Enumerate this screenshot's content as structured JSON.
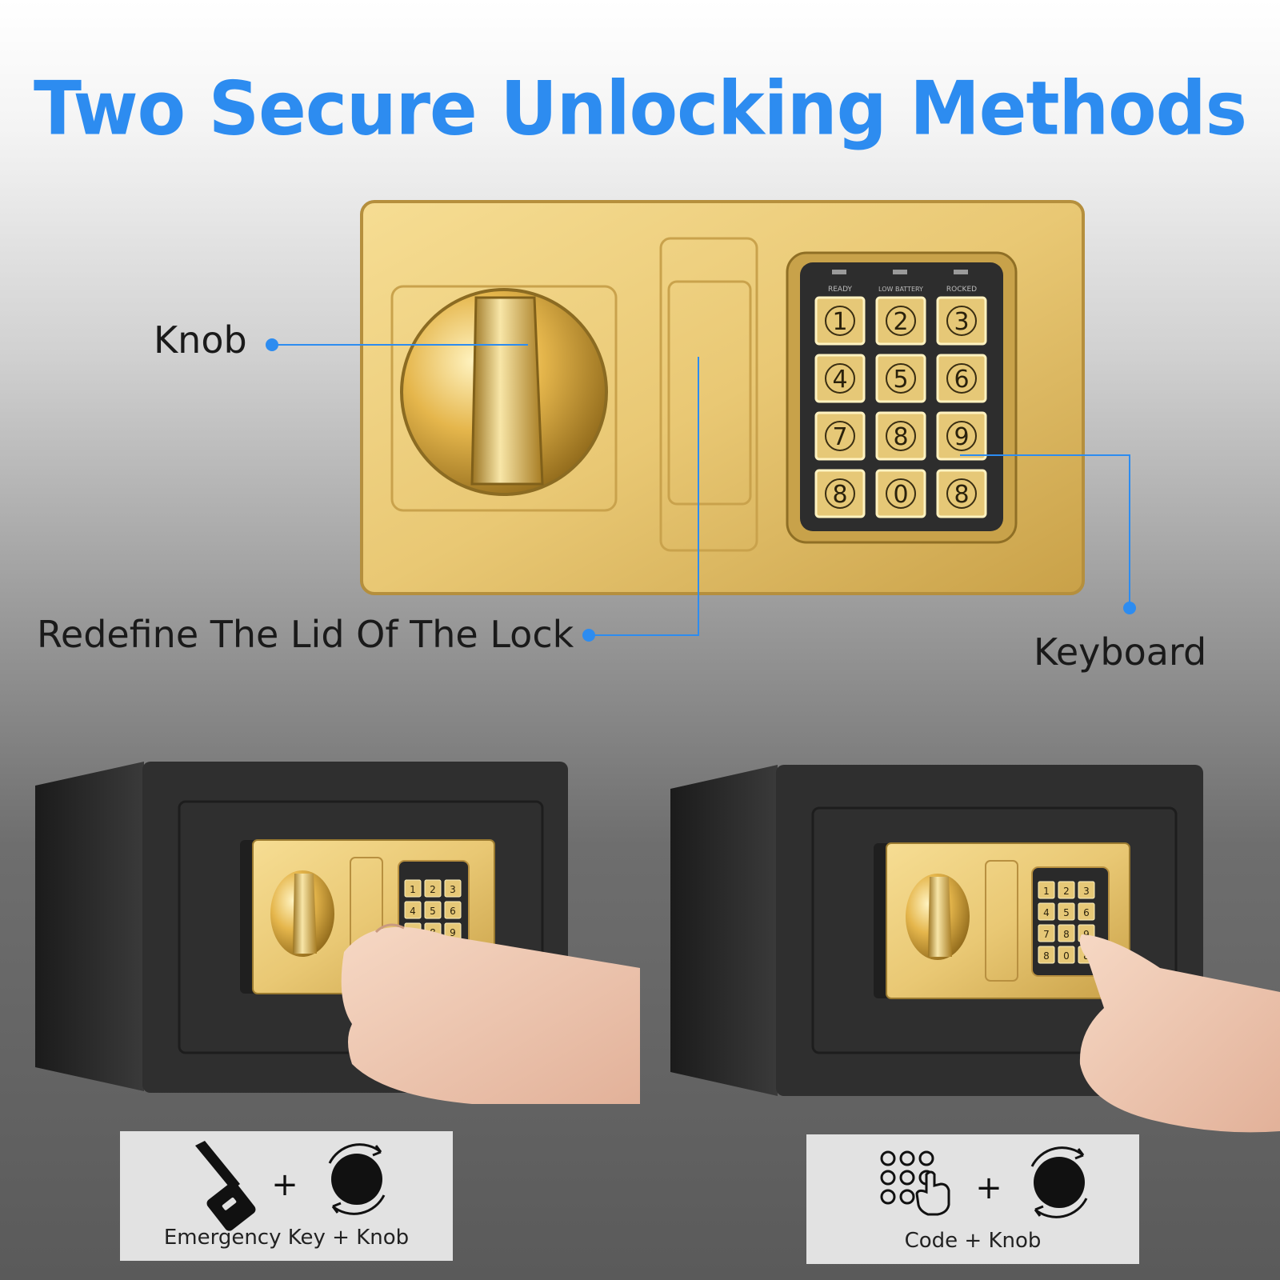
{
  "title": "Two Secure Unlocking Methods",
  "callouts": {
    "knob": "Knob",
    "lid": "Redefine The Lid Of The Lock",
    "keyboard": "Keyboard"
  },
  "keypad": {
    "indicators": [
      "READY",
      "LOW BATTERY",
      "ROCKED"
    ],
    "keys": [
      "1",
      "2",
      "3",
      "4",
      "5",
      "6",
      "7",
      "8",
      "9",
      "8",
      "0",
      "8"
    ]
  },
  "methods": [
    {
      "caption": "Emergency Key + Knob",
      "icons": [
        "key-icon",
        "rotate-knob-icon"
      ]
    },
    {
      "caption": "Code + Knob",
      "icons": [
        "keypad-press-icon",
        "rotate-knob-icon"
      ]
    }
  ],
  "colors": {
    "accent": "#2d8cf0",
    "gold": "#e9c56a",
    "safe_body": "#2f2f2f"
  }
}
